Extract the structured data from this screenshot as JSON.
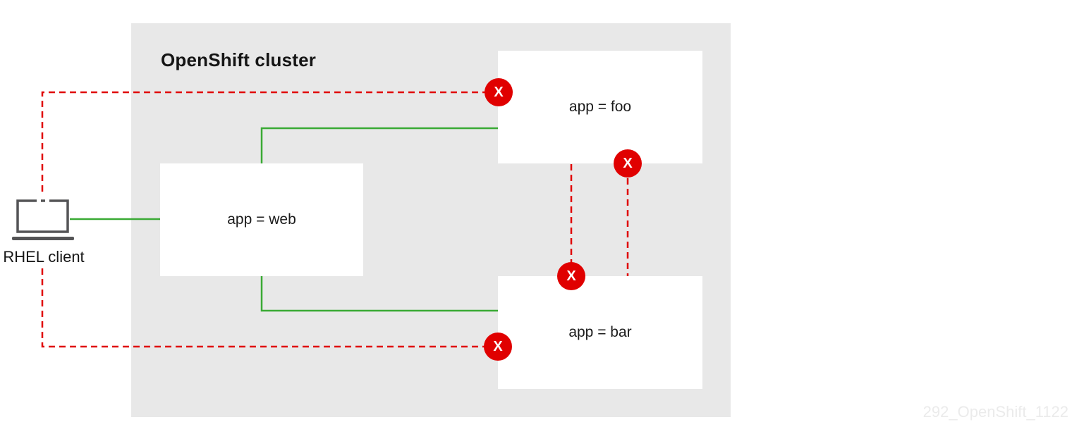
{
  "cluster": {
    "title": "OpenShift cluster",
    "nodes": [
      {
        "id": "app-foo",
        "label": "app = foo"
      },
      {
        "id": "app-web",
        "label": "app = web"
      },
      {
        "id": "app-bar",
        "label": "app = bar"
      }
    ]
  },
  "client": {
    "label": "RHEL client",
    "icon": "laptop-icon"
  },
  "connections": [
    {
      "from": "RHEL client",
      "to": "app = web",
      "status": "allowed"
    },
    {
      "from": "app = web",
      "to": "app = foo",
      "status": "allowed"
    },
    {
      "from": "app = web",
      "to": "app = bar",
      "status": "allowed"
    },
    {
      "from": "RHEL client",
      "to": "app = foo",
      "status": "blocked"
    },
    {
      "from": "RHEL client",
      "to": "app = bar",
      "status": "blocked"
    },
    {
      "from": "app = foo",
      "to": "app = bar",
      "status": "blocked"
    },
    {
      "from": "app = bar",
      "to": "app = foo",
      "status": "blocked"
    }
  ],
  "blocked_badge": {
    "label": "X",
    "icon": "blocked-x-icon"
  },
  "watermark": "292_OpenShift_1122",
  "colors": {
    "allowed_line": "#3aaa35",
    "blocked_line": "#e00000",
    "badge_bg": "#e00000",
    "badge_text": "#ffffff",
    "cluster_bg": "#e8e8e8",
    "node_bg": "#ffffff",
    "text": "#151515",
    "client_icon": "#545456",
    "watermark_text": "#ebebeb"
  }
}
